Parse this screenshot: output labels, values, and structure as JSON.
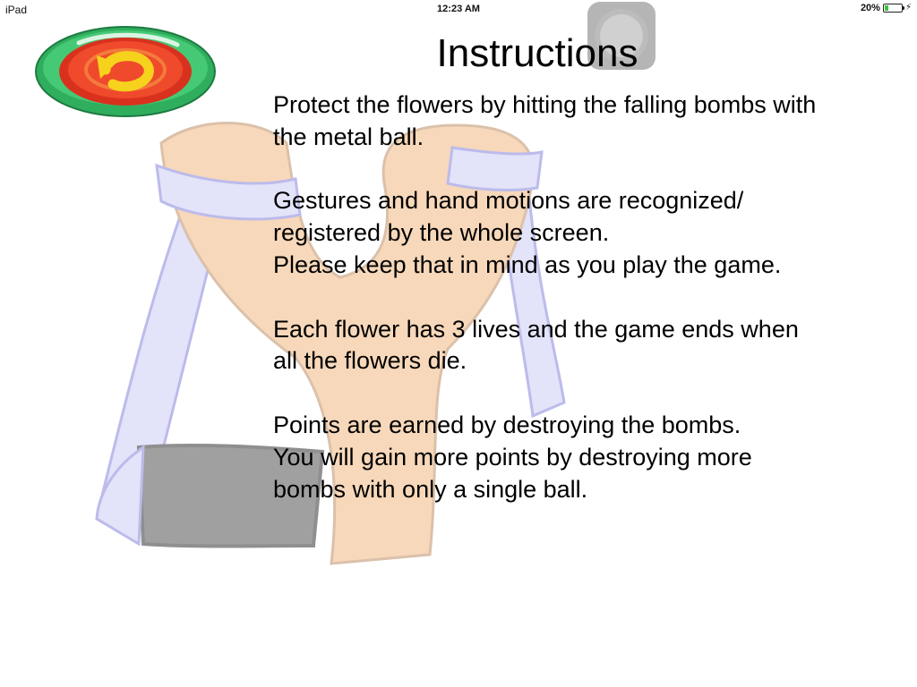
{
  "status_bar": {
    "device": "iPad",
    "time": "12:23 AM",
    "battery": "20%",
    "battery_level": 0.2,
    "icons": [
      "battery-icon",
      "charging-bolt-icon"
    ]
  },
  "restart_button": {
    "icon": "restart-arrow-icon",
    "colors": {
      "rim": "#3cc467",
      "inner": "#e8392a",
      "arrow": "#f6d21c"
    }
  },
  "title": "Instructions",
  "paragraphs": [
    "Protect the flowers by hitting the falling bombs with the metal ball.",
    "Gestures and hand motions are recognized/ registered by the whole screen.",
    "Please keep that in mind as you play the game.",
    "Each flower has 3 lives and the game ends when all the flowers die.",
    "Points are earned by destroying the bombs.",
    "You will gain more points by destroying more bombs with only a single ball."
  ],
  "background_art": "slingshot-illustration"
}
